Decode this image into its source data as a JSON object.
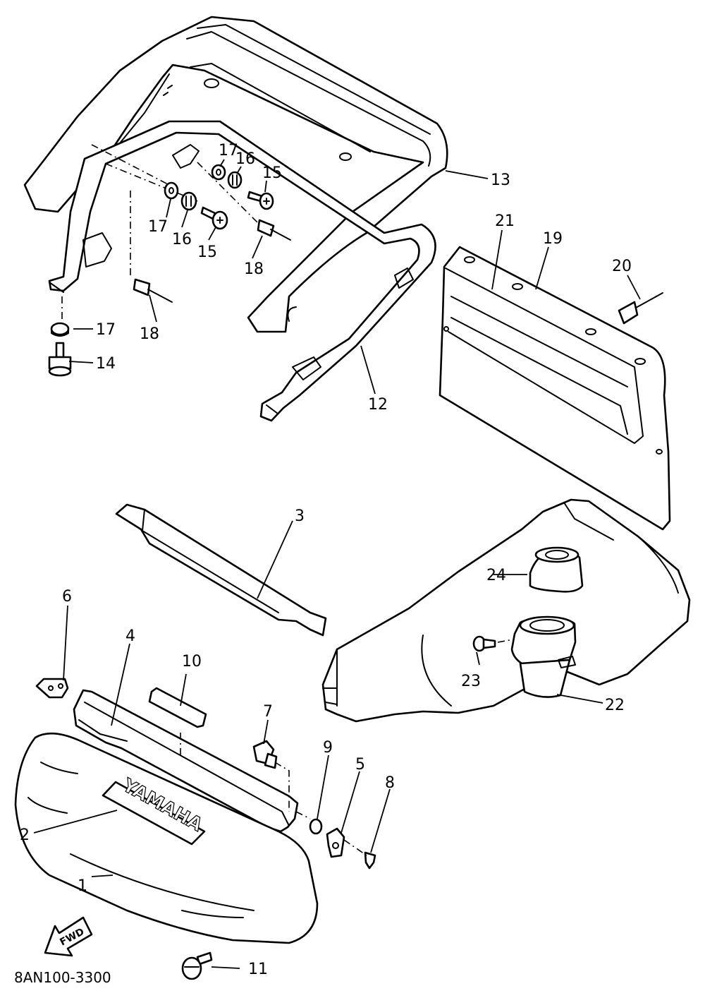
{
  "diagram": {
    "code": "8AN100-3300",
    "brand_text": "YAMAHA",
    "direction_text": "FWD"
  },
  "callouts": [
    {
      "key": "n1",
      "label": "1"
    },
    {
      "key": "n2",
      "label": "2"
    },
    {
      "key": "n3",
      "label": "3"
    },
    {
      "key": "n4",
      "label": "4"
    },
    {
      "key": "n5",
      "label": "5"
    },
    {
      "key": "n6",
      "label": "6"
    },
    {
      "key": "n7",
      "label": "7"
    },
    {
      "key": "n8",
      "label": "8"
    },
    {
      "key": "n9",
      "label": "9"
    },
    {
      "key": "n10",
      "label": "10"
    },
    {
      "key": "n11",
      "label": "11"
    },
    {
      "key": "n12",
      "label": "12"
    },
    {
      "key": "n13",
      "label": "13"
    },
    {
      "key": "n14",
      "label": "14"
    },
    {
      "key": "n15a",
      "label": "15"
    },
    {
      "key": "n15b",
      "label": "15"
    },
    {
      "key": "n16a",
      "label": "16"
    },
    {
      "key": "n16b",
      "label": "16"
    },
    {
      "key": "n17a",
      "label": "17"
    },
    {
      "key": "n17b",
      "label": "17"
    },
    {
      "key": "n17c",
      "label": "17"
    },
    {
      "key": "n18a",
      "label": "18"
    },
    {
      "key": "n18b",
      "label": "18"
    },
    {
      "key": "n19",
      "label": "19"
    },
    {
      "key": "n20",
      "label": "20"
    },
    {
      "key": "n21",
      "label": "21"
    },
    {
      "key": "n22",
      "label": "22"
    },
    {
      "key": "n23",
      "label": "23"
    },
    {
      "key": "n24",
      "label": "24"
    }
  ]
}
